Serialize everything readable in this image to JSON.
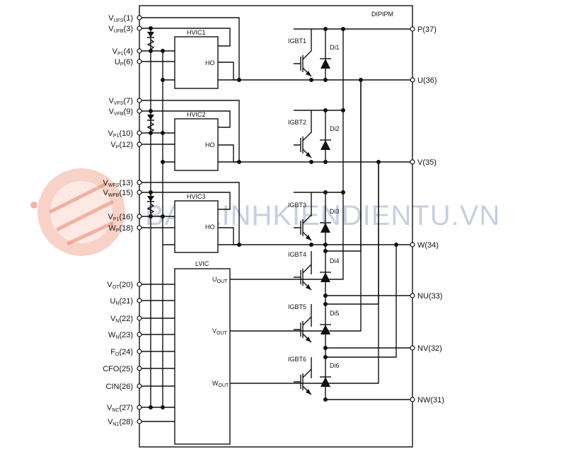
{
  "title": "DIPIPM",
  "left_pins": [
    {
      "base": "V",
      "sub": "UFS",
      "num": "(1)"
    },
    {
      "base": "V",
      "sub": "UFB",
      "num": "(3)"
    },
    {
      "base": "V",
      "sub": "P1",
      "num": "(4)"
    },
    {
      "base": "U",
      "sub": "P",
      "num": "(6)"
    },
    {
      "base": "V",
      "sub": "VFS",
      "num": "(7)"
    },
    {
      "base": "V",
      "sub": "VFB",
      "num": "(9)"
    },
    {
      "base": "V",
      "sub": "P1",
      "num": "(10)"
    },
    {
      "base": "V",
      "sub": "P",
      "num": "(12)"
    },
    {
      "base": "V",
      "sub": "WFS",
      "num": "(13)"
    },
    {
      "base": "V",
      "sub": "WFB",
      "num": "(15)"
    },
    {
      "base": "V",
      "sub": "P1",
      "num": "(16)"
    },
    {
      "base": "W",
      "sub": "P",
      "num": "(18)"
    },
    {
      "base": "V",
      "sub": "OT",
      "num": "(20)"
    },
    {
      "base": "U",
      "sub": "N",
      "num": "(21)"
    },
    {
      "base": "V",
      "sub": "N",
      "num": "(22)"
    },
    {
      "base": "W",
      "sub": "N",
      "num": "(23)"
    },
    {
      "base": "F",
      "sub": "O",
      "num": "(24)"
    },
    {
      "base": "CFO",
      "sub": "",
      "num": "(25)"
    },
    {
      "base": "CIN",
      "sub": "",
      "num": "(26)"
    },
    {
      "base": "V",
      "sub": "NC",
      "num": "(27)"
    },
    {
      "base": "V",
      "sub": "N1",
      "num": "(28)"
    }
  ],
  "right_pins": [
    "P(37)",
    "U(36)",
    "V(35)",
    "W(34)",
    "NU(33)",
    "NV(32)",
    "NW(31)"
  ],
  "hvics": [
    {
      "name": "HVIC1",
      "out": "HO"
    },
    {
      "name": "HVIC2",
      "out": "HO"
    },
    {
      "name": "HVIC3",
      "out": "HO"
    }
  ],
  "lvic": {
    "name": "LVIC",
    "outputs": [
      {
        "base": "U",
        "sub": "OUT"
      },
      {
        "base": "V",
        "sub": "OUT"
      },
      {
        "base": "W",
        "sub": "OUT"
      }
    ]
  },
  "igbts": [
    "IGBT1",
    "IGBT2",
    "IGBT3",
    "IGBT4",
    "IGBT5",
    "IGBT6"
  ],
  "diodes": [
    "Di1",
    "Di2",
    "Di3",
    "Di4",
    "Di5",
    "Di6"
  ],
  "watermark": "BANLINHKIENDIENTU.VN"
}
